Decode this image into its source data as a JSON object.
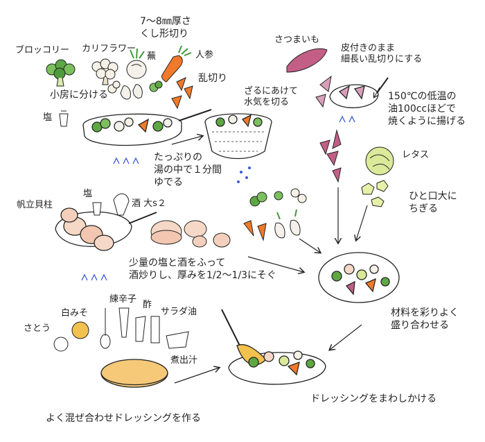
{
  "labels": {
    "broccoli": "ブロッコリー",
    "cauliflower": "カリフラワー",
    "turnip": "蕪",
    "carrot": "人参",
    "kushigata": "7～8㎜厚さ\nくし形切り",
    "rangiri": "乱切り",
    "kofusa": "小房に分ける",
    "salt1": "塩",
    "boil": "たっぷりの\n湯の中で１分間\nゆでる",
    "zaru": "ざるにあけて\n水気を切る",
    "satsumaimo": "さつまいも",
    "kawatsuki": "皮付きのまま\n細長い乱切りにする",
    "fry": "150℃の低温の\n油100ccほどで\n焼くように揚げる",
    "lettuce": "レタス",
    "hitokuchi": "ひと口大に\nちぎる",
    "scallop": "帆立貝柱",
    "salt2": "塩",
    "sake": "酒 大s２",
    "saute": "少量の塩と酒をふって\n酒炒りし、厚みを1/2～1/3にそぐ",
    "arrange": "材料を彩りよく\n盛り合わせる",
    "shiromiso": "白みそ",
    "neri_karashi": "練辛子",
    "vinegar": "酢",
    "salad_oil": "サラダ油",
    "sugar": "さとう",
    "dashi": "煮出汁",
    "mix": "よく混ぜ合わせドレッシングを作る",
    "pour": "ドレッシングをまわしかける"
  },
  "colors": {
    "line": "#222222",
    "carrot": "#e8702a",
    "green": "#3f9a3a",
    "purple": "#b8557a",
    "yellow": "#f2c14e",
    "lettuce": "#d8e88a",
    "pink_skin": "#f3cfc0"
  }
}
